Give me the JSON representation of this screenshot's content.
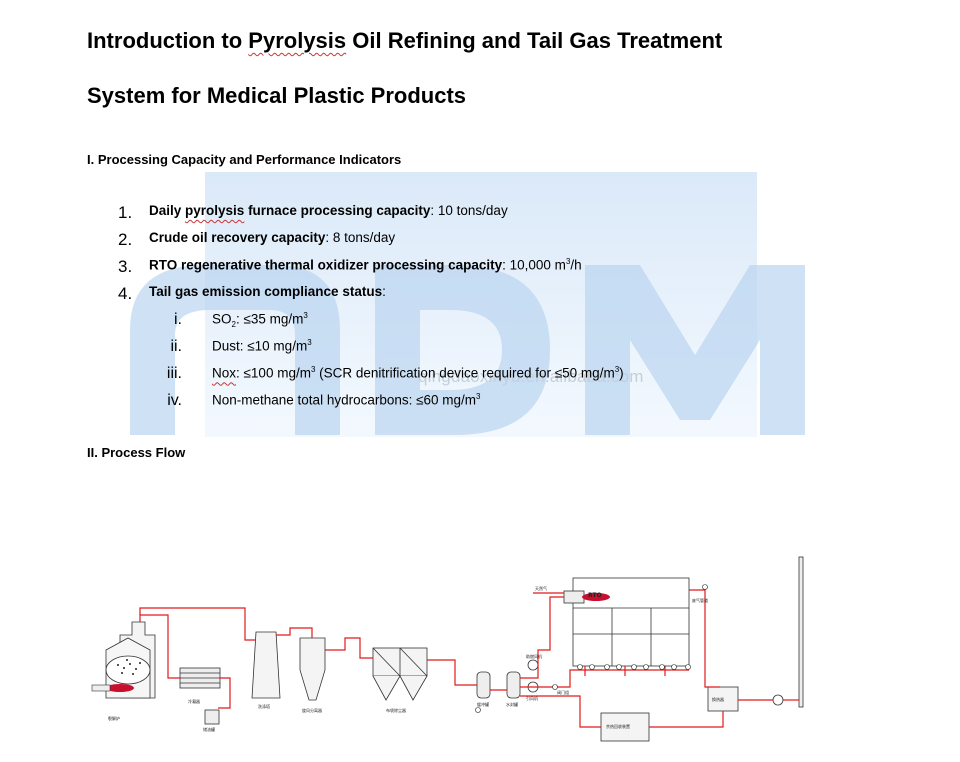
{
  "title_line1_pre": "Introduction to ",
  "title_line1_squiggle": "Pyrolysis",
  "title_line1_post": " Oil Refining and Tail Gas Treatment",
  "title_line2": "System for Medical Plastic Products",
  "section1": "I. Processing Capacity and Performance Indicators",
  "items": [
    {
      "num": "1.",
      "label_pre": "Daily ",
      "label_squiggle": "pyrolysis",
      "label_post": " furnace processing capacity",
      "value": ": 10 tons/day"
    },
    {
      "num": "2.",
      "label": "Crude oil recovery capacity",
      "value": ": 8 tons/day"
    },
    {
      "num": "3.",
      "label": "RTO regenerative thermal oxidizer processing capacity",
      "value_pre": ": 10,000 m",
      "value_sup": "3",
      "value_post": "/h"
    },
    {
      "num": "4.",
      "label": "Tail gas emission compliance status",
      "value": ":"
    }
  ],
  "subitems": [
    {
      "num": "i.",
      "pre": "SO",
      "sub": "2",
      "post": ": ≤35 mg/m",
      "sup": "3"
    },
    {
      "num": "ii.",
      "pre": "Dust: ≤10 mg/m",
      "sup": "3"
    },
    {
      "num": "iii.",
      "squiggle": "Nox",
      "pre": ": ≤100 mg/m",
      "sup": "3",
      "post_pre": " (SCR denitrification device required for ≤50 mg/m",
      "post_sup": "3",
      "post_post": ")"
    },
    {
      "num": "iv.",
      "pre": "Non-methane total hydrocarbons: ≤60 mg/m",
      "sup": "3"
    }
  ],
  "section2": "II. Process Flow",
  "watermark_text": "qingdaoxinyu.en.alibaba.com",
  "diagram": {
    "rto_label": "RTO",
    "labels": {
      "furnace": "裂解炉",
      "condenser": "冷凝器",
      "oil_tank": "储油罐",
      "tower": "洗涤塔",
      "cyclone": "旋风分离器",
      "bag_filter": "布袋除尘器",
      "buffer_tank": "缓冲罐",
      "water_seal": "水封罐",
      "natural_gas": "天然气",
      "fan1": "助燃风机",
      "fan2": "引风机",
      "valve_group": "阀门组",
      "recovery": "余热回收装置",
      "heat_exchanger": "换热器",
      "waste_gas_line": "废气管道"
    }
  },
  "colors": {
    "pipe": "#e01b1b",
    "burner": "#c8102e",
    "watermark": "#bcd7f3"
  }
}
